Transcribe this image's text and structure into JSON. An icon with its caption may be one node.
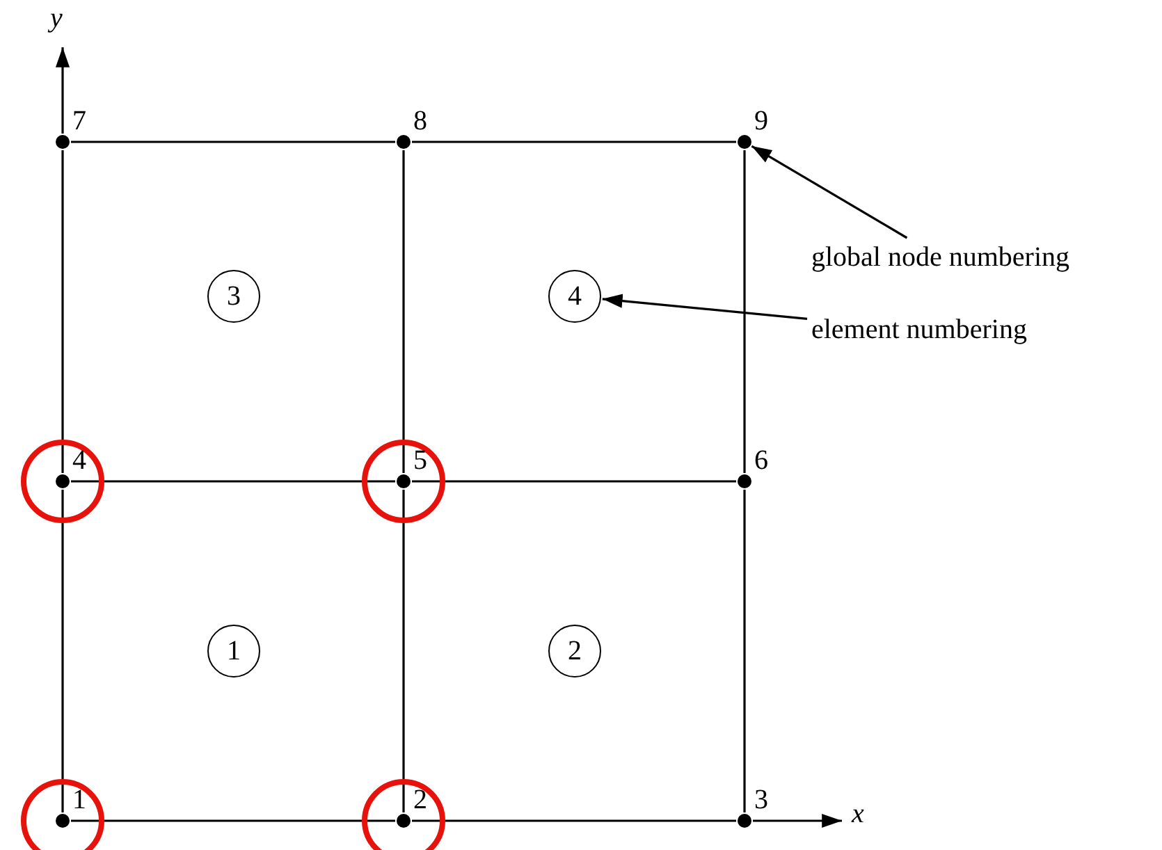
{
  "diagram": {
    "nodes": [
      {
        "text": [],
        "shape": "circle",
        "beside": [
          "1"
        ]
      },
      {
        "text": [],
        "shape": "circle",
        "beside": [
          "2"
        ]
      },
      {
        "text": [],
        "shape": "circle",
        "beside": [
          "3"
        ]
      },
      {
        "text": [],
        "shape": "circle",
        "beside": [
          "4"
        ]
      },
      {
        "text": [],
        "shape": "circle",
        "beside": [
          "5"
        ]
      },
      {
        "text": [],
        "shape": "circle",
        "beside": [
          "6"
        ]
      },
      {
        "text": [],
        "shape": "circle",
        "beside": [
          "7"
        ]
      },
      {
        "text": [],
        "shape": "circle",
        "beside": [
          "8"
        ]
      },
      {
        "text": [],
        "shape": "circle",
        "beside": [
          "9"
        ]
      },
      {
        "text": [
          "1"
        ]
      },
      {
        "text": [
          "2"
        ]
      },
      {
        "text": [
          "3"
        ]
      },
      {
        "text": [
          "4"
        ]
      },
      {
        "text": [
          "global node numbering"
        ]
      },
      {
        "text": [
          "element numbering"
        ]
      }
    ],
    "edges": [
      {
        "from": 0,
        "to": 1,
        "arrow": "none"
      },
      {
        "from": 1,
        "to": 2,
        "arrow": "none"
      },
      {
        "from": 3,
        "to": 4,
        "arrow": "none"
      },
      {
        "from": 4,
        "to": 5,
        "arrow": "none"
      },
      {
        "from": 6,
        "to": 7,
        "arrow": "none"
      },
      {
        "from": 7,
        "to": 8,
        "arrow": "none"
      },
      {
        "from": 0,
        "to": 3,
        "arrow": "none"
      },
      {
        "from": 3,
        "to": 6,
        "arrow": "none"
      },
      {
        "from": 1,
        "to": 4,
        "arrow": "none"
      },
      {
        "from": 4,
        "to": 7,
        "arrow": "none"
      },
      {
        "from": 2,
        "to": 5,
        "arrow": "none"
      },
      {
        "from": 5,
        "to": 8,
        "arrow": "none"
      },
      {
        "from": 13,
        "to": 8,
        "arrow": "to"
      },
      {
        "from": 14,
        "to": 12,
        "arrow": "to"
      }
    ],
    "labels": [
      "y",
      "x"
    ]
  }
}
